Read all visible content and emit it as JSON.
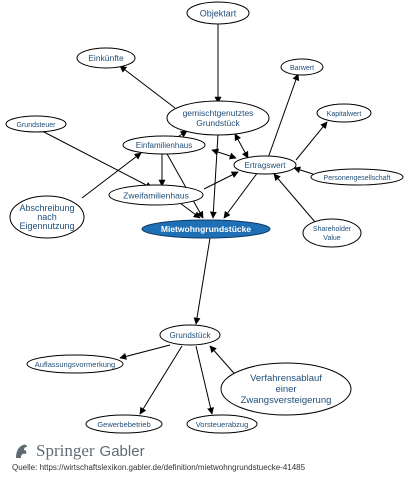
{
  "nodes": {
    "objektart": "Objektart",
    "einkuenfte": "Einkünfte",
    "barwert": "Barwert",
    "gemischt_line1": "gemischtgenutztes",
    "gemischt_line2": "Grundstück",
    "kapitalwert": "Kapitalwert",
    "grundsteuer": "Grundsteuer",
    "einfamilienhaus": "Einfamilienhaus",
    "ertragswert": "Ertragswert",
    "personengesellschaft": "Personengesellschaft",
    "zweifamilienhaus": "Zweifamilienhaus",
    "abschreibung_line1": "Abschreibung",
    "abschreibung_line2": "nach",
    "abschreibung_line3": "Eigennutzung",
    "shareholder_line1": "Shareholder",
    "shareholder_line2": "Value",
    "mietwohn": "Mietwohngrundstücke",
    "grundstueck": "Grundstück",
    "auflassung": "Auflassungsvormerkung",
    "verfahren_line1": "Verfahrensablauf",
    "verfahren_line2": "einer",
    "verfahren_line3": "Zwangsversteigerung",
    "gewerbebetrieb": "Gewerbebetrieb",
    "vorsteuerabzug": "Vorsteuerabzug"
  },
  "colors": {
    "accent": "#1f4e79",
    "center_fill": "#1f6fb5",
    "edge": "#000000"
  },
  "footer": {
    "brand_name": "Springer",
    "brand_sub": "Gabler",
    "source": "Quelle: https://wirtschaftslexikon.gabler.de/definition/mietwohngrundstuecke-41485"
  }
}
